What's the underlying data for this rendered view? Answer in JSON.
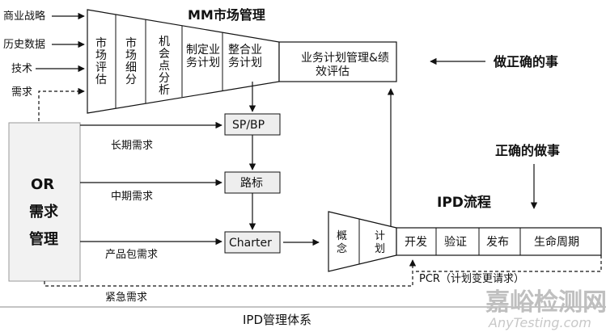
{
  "inputs": [
    "商业战略",
    "历史数据",
    "技术",
    "需求"
  ],
  "mm": {
    "title": "MM市场管理",
    "steps_col1": [
      "市",
      "场",
      "评",
      "估"
    ],
    "steps_col2": [
      "市",
      "场",
      "细",
      "分"
    ],
    "steps_col3": [
      "机",
      "会",
      "点",
      "分",
      "析"
    ],
    "steps_col4": [
      "制定业",
      "务计划"
    ],
    "steps_col5": [
      "整合业",
      "务计划"
    ],
    "output": [
      "业务计划管理&绩",
      "效评估"
    ]
  },
  "right_labels": {
    "do_right_things": "做正确的事",
    "do_things_right": "正确的做事"
  },
  "or_box": [
    "OR",
    "需求",
    "管理"
  ],
  "demand_labels": [
    "长期需求",
    "中期需求",
    "产品包需求",
    "紧急需求"
  ],
  "boxes": {
    "spbp": "SP/BP",
    "roadmap": "路标",
    "charter": "Charter"
  },
  "ipd": {
    "title": "IPD流程",
    "concept": [
      "概",
      "念"
    ],
    "plan": [
      "计",
      "划"
    ],
    "phases": [
      "开发",
      "验证",
      "发布",
      "生命周期"
    ],
    "pcr": "PCR（计划变更请求）"
  },
  "footer": "IPD管理体系",
  "watermark": {
    "main": "嘉峪检测网",
    "sub": "AnyTesting.com"
  }
}
